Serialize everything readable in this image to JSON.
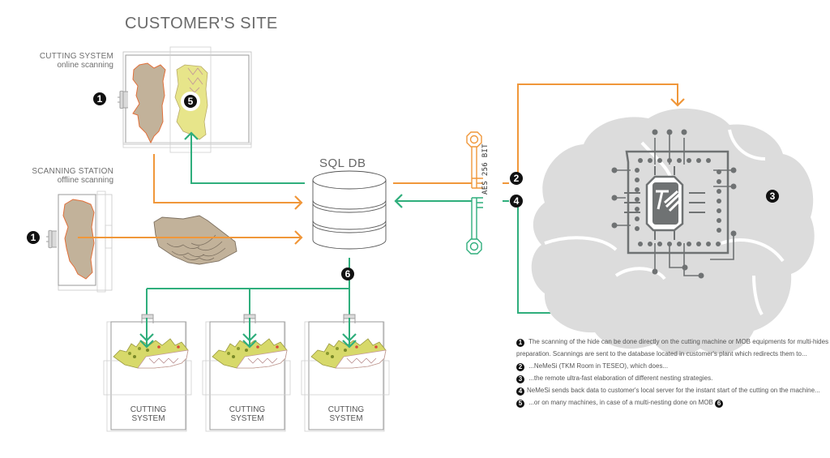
{
  "title": "CUSTOMER'S SITE",
  "cutting_system_online": {
    "line1": "CUTTING SYSTEM",
    "line2": "online scanning"
  },
  "scanning_station_offline": {
    "line1": "SCANNING STATION",
    "line2": "offline scanning"
  },
  "database": {
    "label": "SQL DB"
  },
  "encryption": {
    "label": "AES 256 BIT"
  },
  "badges": {
    "b1": "1",
    "b2": "2",
    "b3": "3",
    "b4": "4",
    "b5": "5",
    "b6": "6"
  },
  "cutting_systems": [
    {
      "line1": "CUTTING",
      "line2": "SYSTEM"
    },
    {
      "line1": "CUTTING",
      "line2": "SYSTEM"
    },
    {
      "line1": "CUTTING",
      "line2": "SYSTEM"
    }
  ],
  "colors": {
    "upload_flow": "#f0973a",
    "download_flow": "#2fae7c",
    "hide": "#c2b29a",
    "hide_outline": "#e2703a",
    "brain": "#dcdcdc",
    "chip": "#6f7273"
  },
  "legend": {
    "item1": {
      "num": "1",
      "text": " The scanning of the hide can be done directly on the cutting machine or MOB equipments for multi-hides preparation. Scannings are sent to the database located in customer's plant which redirects them to..."
    },
    "item2": {
      "num": "2",
      "text": " ...NeMeSi (TKM Room in TESEO), which does..."
    },
    "item3": {
      "num": "3",
      "text": " ...the remote ultra-fast elaboration of different nesting strategies."
    },
    "item4": {
      "num": "4",
      "text": "NeMeSi sends back data to customer's local server for the instant start of the cutting on the machine..."
    },
    "item5": {
      "num": "5",
      "text": " ...or on many machines, in case of a multi-nesting done on MOB "
    },
    "item6": {
      "num": "6"
    }
  }
}
